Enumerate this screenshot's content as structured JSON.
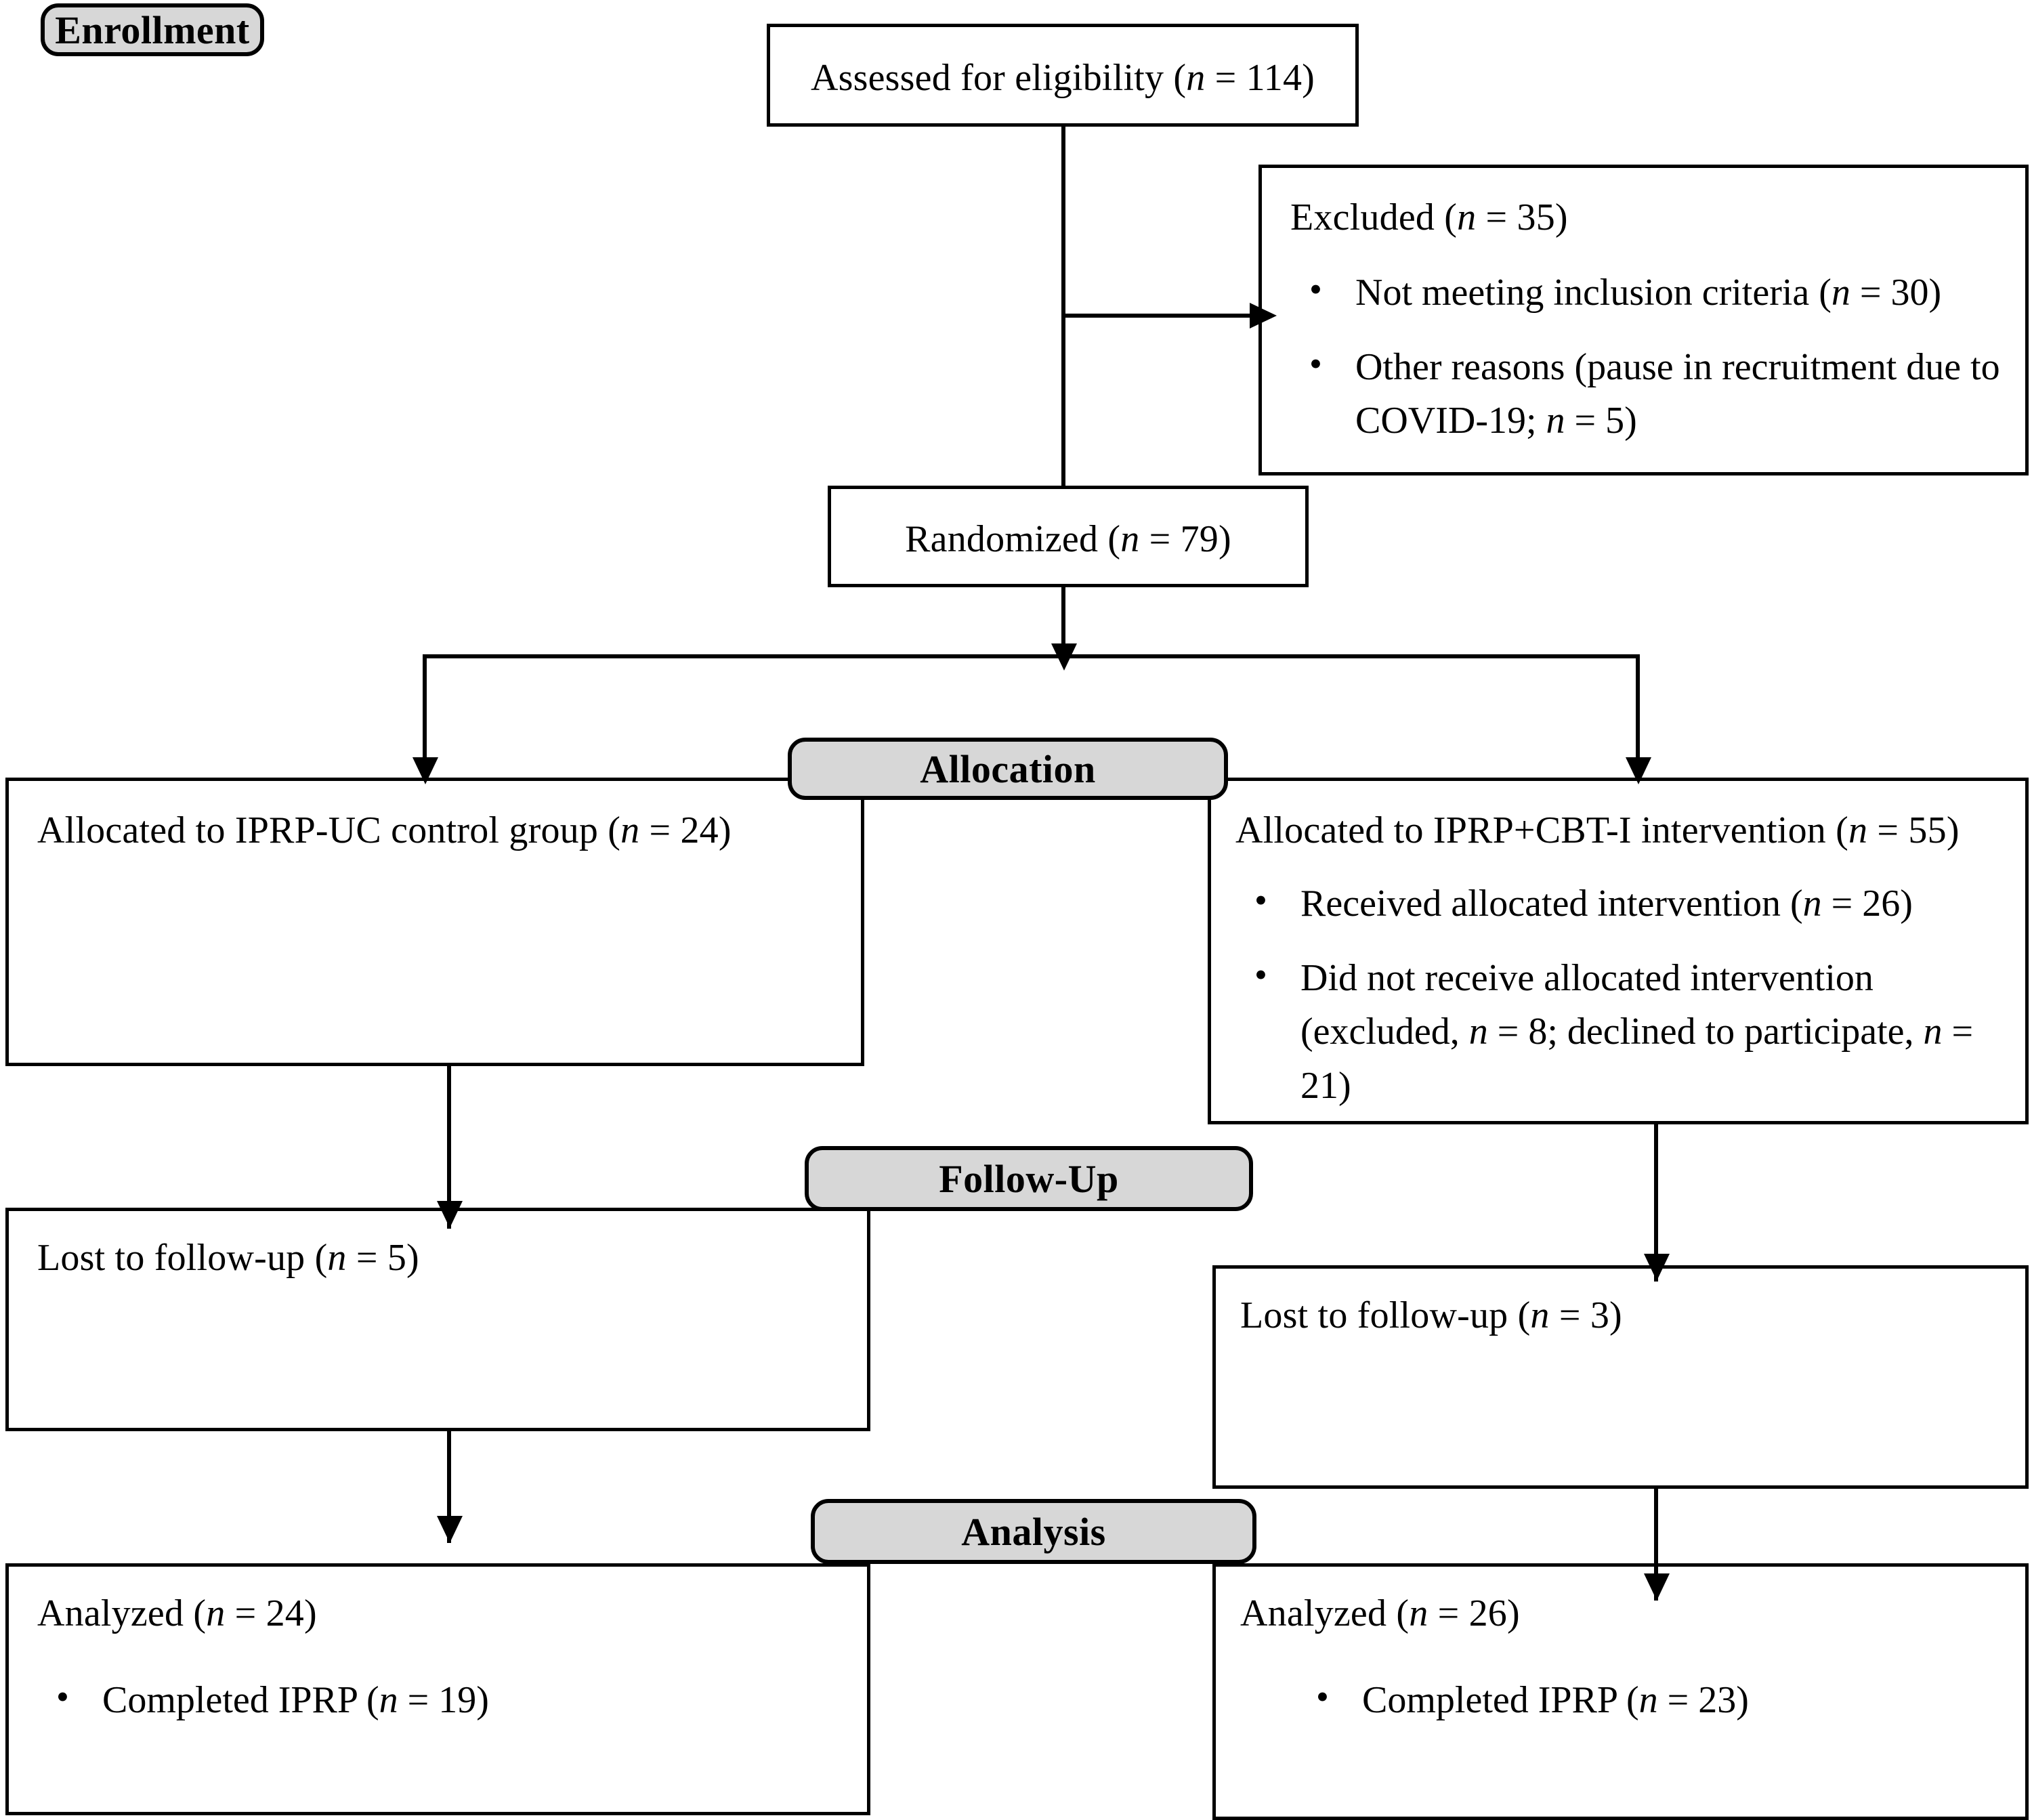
{
  "diagram": {
    "type": "consort-flow-diagram",
    "title": "CONSORT participant flow",
    "stage_labels": {
      "enrollment": "Enrollment",
      "allocation": "Allocation",
      "followup": "Follow-Up",
      "analysis": "Analysis"
    },
    "colors": {
      "pill_fill": "#d7d7d7",
      "box_fill": "#ffffff",
      "stroke": "#000000",
      "text": "#000000"
    },
    "nodes": {
      "assessed": {
        "label": "Assessed for eligibility (",
        "n_symbol": "n",
        "eq": " = ",
        "value": "114",
        "close": ")"
      },
      "excluded": {
        "header_pre": "Excluded (",
        "header_n": "n",
        "header_eq": " = ",
        "header_value": "35",
        "header_close": ")",
        "bullets": [
          {
            "pre": "Not meeting inclusion criteria (",
            "n": "n",
            "eq": " = ",
            "value": "30",
            "close": ")"
          },
          {
            "pre": " Other reasons (pause in recruitment due to COVID-19; ",
            "n": "n",
            "eq": " = ",
            "value": "5",
            "close": ")"
          }
        ]
      },
      "randomized": {
        "label": "Randomized (",
        "n_symbol": "n",
        "eq": " = ",
        "value": "79",
        "close": ")"
      },
      "alloc_control": {
        "label": "Allocated to IPRP-UC control group (",
        "n_symbol": "n",
        "eq": " = ",
        "value": "24",
        "close": ")"
      },
      "alloc_intervention": {
        "label": "Allocated to IPRP+CBT-I intervention (",
        "n_symbol": "n",
        "eq": " = ",
        "value": "55",
        "close": ")",
        "bullets": [
          {
            "pre": "Received allocated intervention (",
            "n": "n",
            "eq": " = ",
            "value": "26",
            "close": ")"
          },
          {
            "pre": "Did not receive allocated intervention (excluded, ",
            "n": "n",
            "eq": " = ",
            "value": "8",
            "mid": "; declined to participate, ",
            "n2": "n",
            "eq2": " = ",
            "value2": "21",
            "close": ")"
          }
        ]
      },
      "lost_control": {
        "label": "Lost to follow-up (",
        "n_symbol": "n",
        "eq": " = ",
        "value": "5",
        "close": ")"
      },
      "lost_intervention": {
        "label": "Lost to follow-up (",
        "n_symbol": "n",
        "eq": " = ",
        "value": "3",
        "close": ")"
      },
      "analyzed_control": {
        "label": "Analyzed (",
        "n_symbol": "n",
        "eq": " = ",
        "value": "24",
        "close": ")",
        "bullets": [
          {
            "pre": "Completed IPRP (",
            "n": "n",
            "eq": " = ",
            "value": "19",
            "close": ")"
          }
        ]
      },
      "analyzed_intervention": {
        "label": "Analyzed (",
        "n_symbol": "n",
        "eq": " = ",
        "value": "26",
        "close": ")",
        "bullets": [
          {
            "pre": "Completed IPRP (",
            "n": "n",
            "eq": " = ",
            "value": "23",
            "close": ")"
          }
        ]
      }
    }
  }
}
